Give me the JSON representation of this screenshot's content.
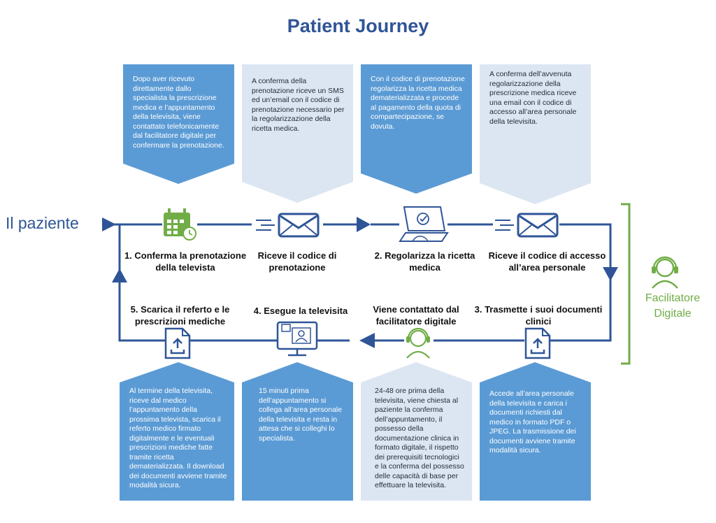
{
  "title": "Patient Journey",
  "patient_label": "Il paziente",
  "facilitator_label": [
    "Facilitatore",
    "Digitale"
  ],
  "colors": {
    "dark_blue": "#2f5597",
    "card_blue": "#5b9bd5",
    "card_light": "#dce6f2",
    "green": "#70ad47"
  },
  "top_cards": [
    {
      "text": "Dopo aver ricevuto direttamente  dallo specialista la prescrizione medica e l’appuntamento della televisita, viene contattato telefonicamente dal facilitatore digitale  per confermare la prenotazione."
    },
    {
      "text": "A conferma della prenotazione riceve un SMS ed un’email con il codice di prenotazione necessario per la regolarizzazione della ricetta medica."
    },
    {
      "text": "Con il codice di prenotazione regolarizza la ricetta medica dematerializzata e procede al pagamento della quota di compartecipazione, se dovuta."
    },
    {
      "text": "A conferma dell’avvenuta regolarizzazione della prescrizione medica riceve una email con il codice di accesso all’area personale della televisita."
    }
  ],
  "top_steps": [
    {
      "line1": "1. Conferma la prenotazione",
      "line2": "della televista"
    },
    {
      "line1": "Riceve il codice di",
      "line2": "prenotazione"
    },
    {
      "line1": "2. Regolarizza la ricetta",
      "line2": "medica"
    },
    {
      "line1": "Riceve il codice di accesso",
      "line2": "all’area personale"
    }
  ],
  "bottom_steps": [
    {
      "line1": "5. Scarica il referto e le",
      "line2": "prescrizioni mediche"
    },
    {
      "line1": "4. Esegue la televisita",
      "line2": ""
    },
    {
      "line1": "Viene contattato dal",
      "line2": "facilitatore digitale"
    },
    {
      "line1": "3. Trasmette i suoi documenti",
      "line2": "clinici"
    }
  ],
  "bottom_cards": [
    {
      "text": "Al termine della televisita, riceve dal medico l’appuntamento della prossima televista, scarica il referto medico firmato digitalmente e le eventuali prescrizioni mediche fatte tramite ricetta dematerializzata. Il download dei documenti avviene tramite modalità sicura."
    },
    {
      "text": "15 minuti prima dell’appuntamento si collega all’area personale della televisita e resta in attesa che si colleghi lo specialista."
    },
    {
      "text": "24-48 ore prima della televisita, viene chiesta al paziente la conferma dell’appuntamento, il possesso della documentazione clinica in formato digitale, il rispetto dei prerequisiti tecnologici e  la conferma del possesso delle capacità di base per effettuare  la televisita."
    },
    {
      "text": "Accede all’area personale della televisita e carica i documenti richiesti dal medico in formato PDF o JPEG. La trasmissione dei documenti avviene tramite modalità sicura."
    }
  ]
}
